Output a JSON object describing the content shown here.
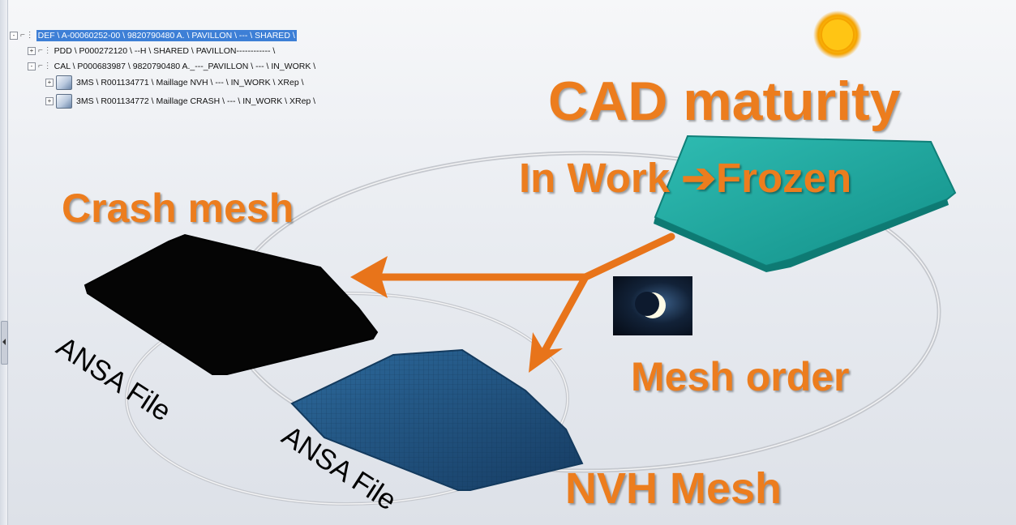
{
  "tree": {
    "items": [
      {
        "label": "DEF \\ A-00060252-00 \\ 9820790480 A. \\ PAVILLON \\ --- \\ SHARED \\",
        "selected": true
      },
      {
        "label": "PDD \\ P000272120 \\ --H \\ SHARED \\ PAVILLON------------ \\"
      },
      {
        "label": "CAL \\ P000683987 \\ 9820790480 A._---_PAVILLON \\ --- \\ IN_WORK \\"
      },
      {
        "label": "3MS \\ R001134771 \\ Maillage NVH \\ --- \\ IN_WORK \\ XRep \\"
      },
      {
        "label": "3MS \\ R001134772 \\ Maillage CRASH \\ --- \\ IN_WORK \\ XRep \\"
      }
    ]
  },
  "diagram": {
    "cad_maturity": "CAD maturity",
    "in_work_frozen": "In Work ➔Frozen",
    "crash_mesh": "Crash mesh",
    "mesh_order": "Mesh order",
    "nvh_mesh": "NVH Mesh",
    "ansa_file_crash": "ANSA File",
    "ansa_file_nvh": "ANSA File"
  },
  "icons": {
    "sun": "sun-icon",
    "moon": "crescent-moon-icon",
    "product": "product-cube-icon"
  },
  "colors": {
    "accent_orange": "#ec7d1e",
    "cad_part": "#1aa39b",
    "nvh_mesh": "#1e4f7c",
    "crash_mesh": "#000000",
    "selection": "#3d7fd6"
  }
}
